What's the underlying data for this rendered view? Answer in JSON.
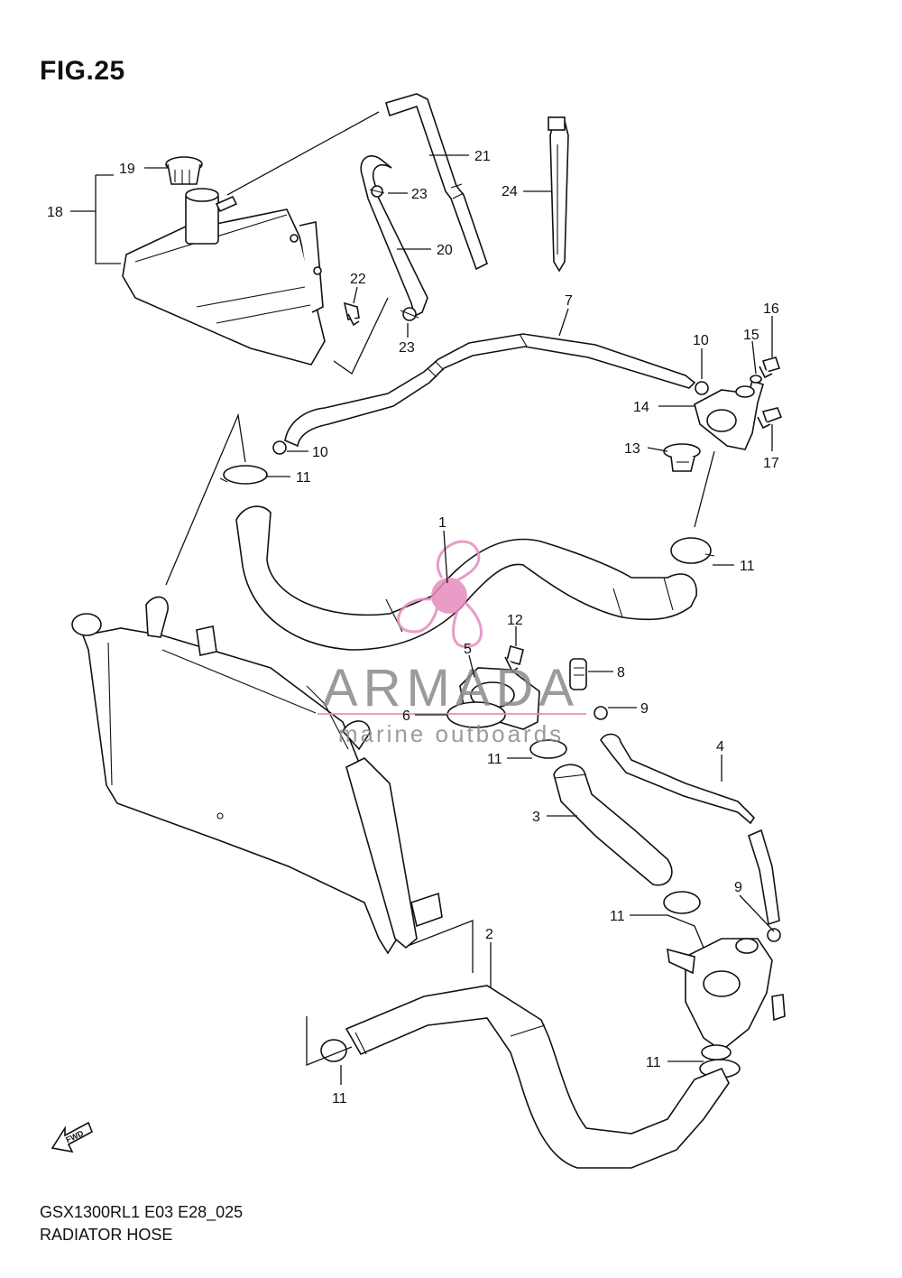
{
  "figure": {
    "title": "FIG.25",
    "model_code": "GSX1300RL1 E03 E28_025",
    "section_name": "RADIATOR HOSE"
  },
  "watermark": {
    "brand": "ARMADA",
    "tagline": "marine outboards",
    "color": "#e58bbd"
  },
  "fwd_label": "FWD",
  "callouts": [
    {
      "id": "c1",
      "text": "1"
    },
    {
      "id": "c2",
      "text": "2"
    },
    {
      "id": "c3",
      "text": "3"
    },
    {
      "id": "c4",
      "text": "4"
    },
    {
      "id": "c5",
      "text": "5"
    },
    {
      "id": "c6",
      "text": "6"
    },
    {
      "id": "c7",
      "text": "7"
    },
    {
      "id": "c8",
      "text": "8"
    },
    {
      "id": "c9a",
      "text": "9"
    },
    {
      "id": "c9b",
      "text": "9"
    },
    {
      "id": "c10a",
      "text": "10"
    },
    {
      "id": "c10b",
      "text": "10"
    },
    {
      "id": "c11a",
      "text": "11"
    },
    {
      "id": "c11b",
      "text": "11"
    },
    {
      "id": "c11c",
      "text": "11"
    },
    {
      "id": "c11d",
      "text": "11"
    },
    {
      "id": "c11e",
      "text": "11"
    },
    {
      "id": "c11f",
      "text": "11"
    },
    {
      "id": "c12",
      "text": "12"
    },
    {
      "id": "c13",
      "text": "13"
    },
    {
      "id": "c14",
      "text": "14"
    },
    {
      "id": "c15",
      "text": "15"
    },
    {
      "id": "c16",
      "text": "16"
    },
    {
      "id": "c17",
      "text": "17"
    },
    {
      "id": "c18",
      "text": "18"
    },
    {
      "id": "c19",
      "text": "19"
    },
    {
      "id": "c20",
      "text": "20"
    },
    {
      "id": "c21",
      "text": "21"
    },
    {
      "id": "c22",
      "text": "22"
    },
    {
      "id": "c23a",
      "text": "23"
    },
    {
      "id": "c23b",
      "text": "23"
    },
    {
      "id": "c24",
      "text": "24"
    }
  ]
}
